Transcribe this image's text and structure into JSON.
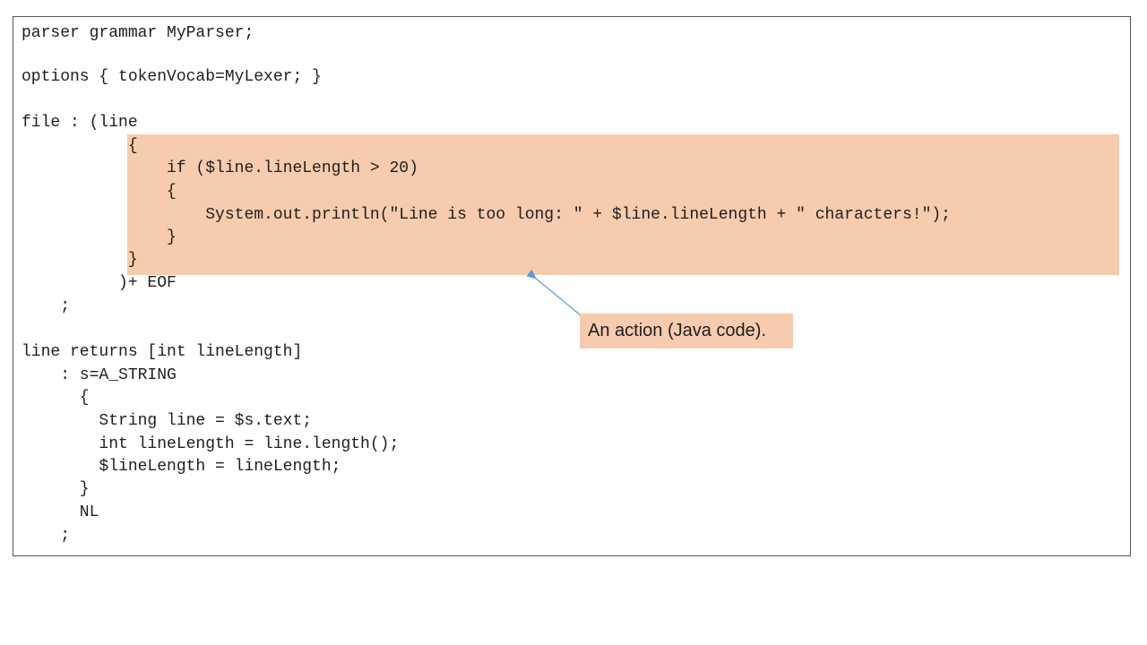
{
  "code": {
    "lines": [
      "parser grammar MyParser;",
      "options { tokenVocab=MyLexer; }",
      "file : (line",
      "           {",
      "               if ($line.lineLength > 20)",
      "               {",
      "                   System.out.println(\"Line is too long: \" + $line.lineLength + \" characters!\");",
      "               }",
      "           }",
      "          )+ EOF",
      "    ;",
      "line returns [int lineLength]",
      "    : s=A_STRING",
      "      {",
      "        String line = $s.text;",
      "        int lineLength = line.length();",
      "        $lineLength = lineLength;",
      "      }",
      "      NL",
      "    ;"
    ]
  },
  "callout": {
    "text": "An action (Java code)."
  },
  "colors": {
    "highlight": "#f7cbad",
    "arrow": "#5b9bd5",
    "border": "#555555"
  }
}
